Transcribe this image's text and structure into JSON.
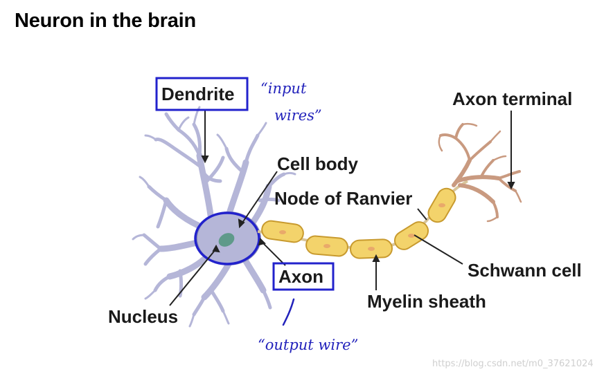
{
  "title": "Neuron in the brain",
  "labels": {
    "dendrite": "Dendrite",
    "cell_body": "Cell body",
    "node_of_ranvier": "Node of Ranvier",
    "axon_terminal": "Axon terminal",
    "axon": "Axon",
    "nucleus": "Nucleus",
    "schwann_cell": "Schwann cell",
    "myelin_sheath": "Myelin sheath"
  },
  "annotations": {
    "input_line1": "“input",
    "input_line2": "wires”",
    "output": "“output wire”"
  },
  "watermark": "https://blog.csdn.net/m0_37621024",
  "colors": {
    "dendrite_fill": "#b5b6d8",
    "dendrite_stroke": "#8a8cb8",
    "myelin_fill": "#f3d36b",
    "myelin_stroke": "#c89a2e",
    "axon_terminal": "#c99a80",
    "nucleus": "#5f9a8a",
    "annotation_ink": "#2222bb"
  }
}
